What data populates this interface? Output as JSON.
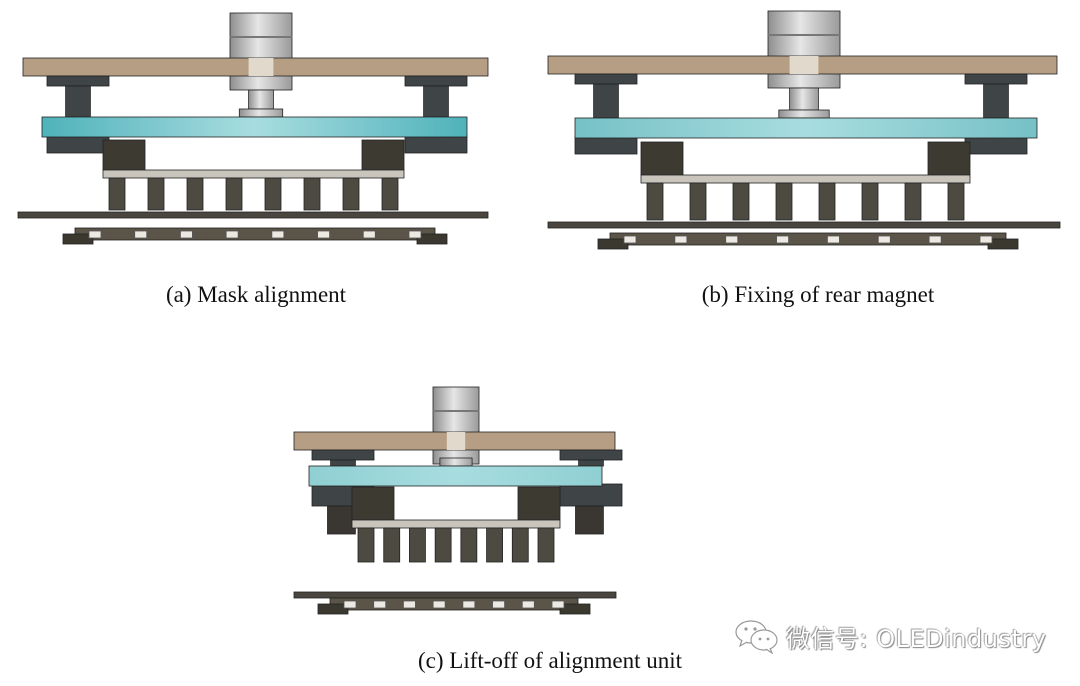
{
  "figure": {
    "panels": [
      {
        "id": "a",
        "caption": "(a) Mask alignment",
        "state": "mask-alignment",
        "pin_count": 8
      },
      {
        "id": "b",
        "caption": "(b) Fixing of rear magnet",
        "state": "fixing-rear-magnet",
        "pin_count": 8
      },
      {
        "id": "c",
        "caption": "(c) Lift-off of alignment unit",
        "state": "lift-off",
        "pin_count": 8
      }
    ],
    "components": [
      {
        "name": "top-plate",
        "color": "#b59e83"
      },
      {
        "name": "center-actuator",
        "color": "#b8b8b8"
      },
      {
        "name": "side-clamp",
        "color": "#3f4446"
      },
      {
        "name": "magnet-holder-plate",
        "color": "#5fbcc4"
      },
      {
        "name": "alignment-pins",
        "color": "#4d4a42"
      },
      {
        "name": "mask-frame",
        "color": "#3d3a32"
      },
      {
        "name": "substrate-carrier",
        "color": "#5a5548"
      }
    ]
  },
  "watermark": {
    "icon": "wechat-icon",
    "text": "微信号: OLEDindustry"
  }
}
